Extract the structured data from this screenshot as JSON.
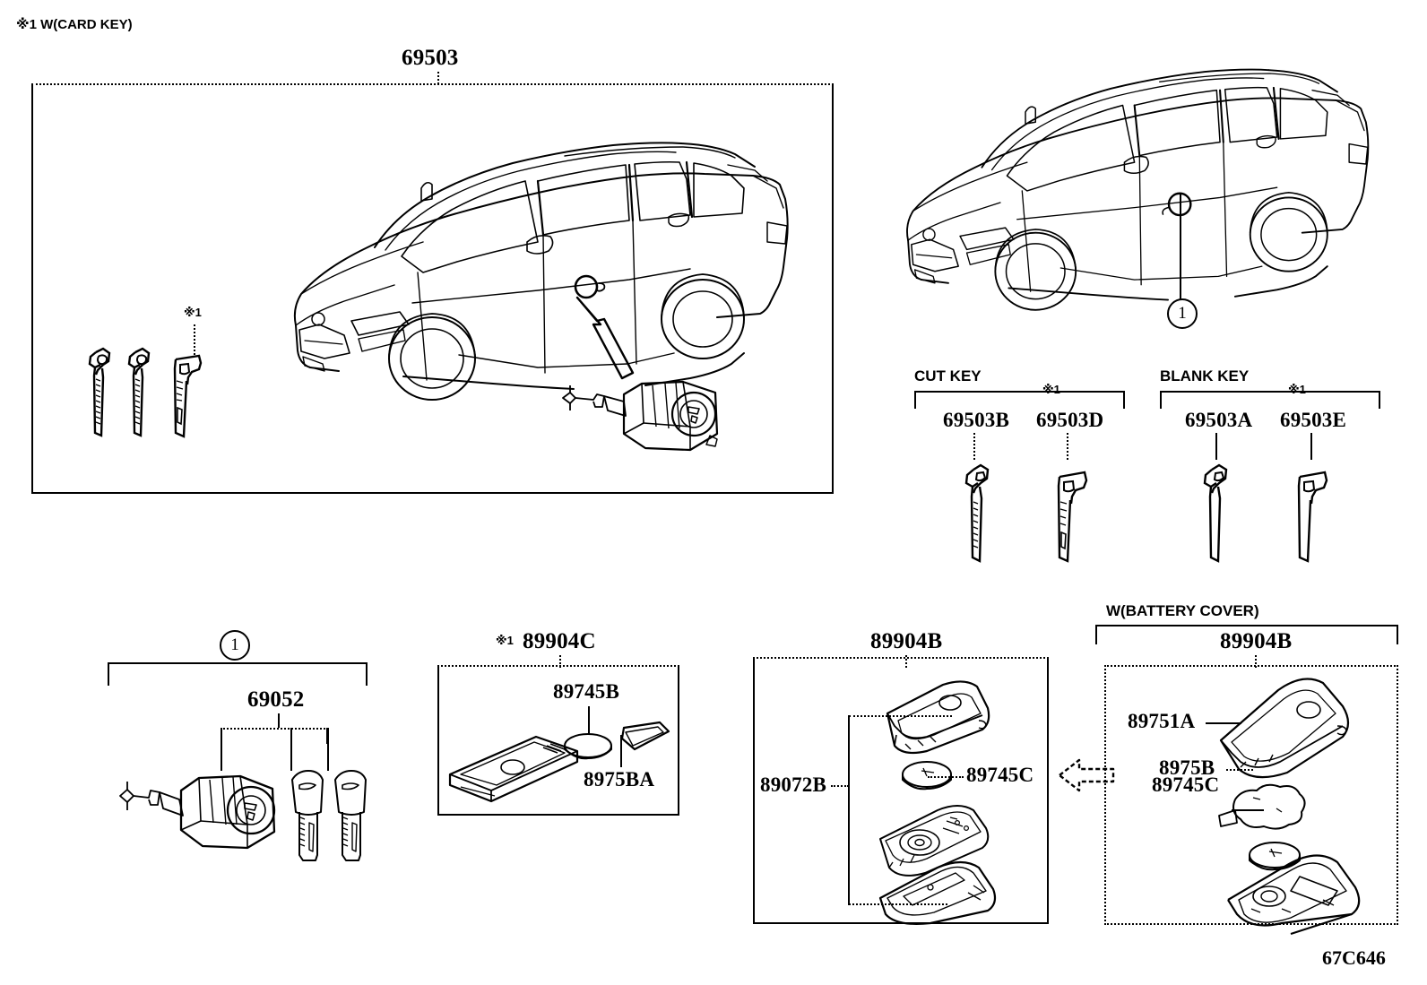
{
  "figure": {
    "id": "67C646",
    "top_note": "※1 W(CARD KEY)",
    "note_mark": "※1"
  },
  "main_box": {
    "part_number": "69503",
    "keys": [
      {
        "name": "key-folding-1",
        "note": ""
      },
      {
        "name": "key-folding-2",
        "note": ""
      },
      {
        "name": "key-blade-card",
        "note": "※1"
      }
    ]
  },
  "vehicle_right": {
    "callout": "1"
  },
  "key_groups": [
    {
      "title": "CUT KEY",
      "items": [
        {
          "part_number": "69503B",
          "note": "",
          "style": "folding"
        },
        {
          "part_number": "69503D",
          "note": "※1",
          "style": "blade"
        }
      ]
    },
    {
      "title": "BLANK KEY",
      "items": [
        {
          "part_number": "69503A",
          "note": "",
          "style": "folding"
        },
        {
          "part_number": "69503E",
          "note": "※1",
          "style": "blade"
        }
      ]
    }
  ],
  "cylinder_set": {
    "callout": "1",
    "part_number": "69052"
  },
  "card_key_box": {
    "note": "※1",
    "part_number": "89904C",
    "labels": [
      {
        "part_number": "89745B",
        "name": "battery"
      },
      {
        "part_number": "8975BA",
        "name": "cover"
      }
    ]
  },
  "fob_box": {
    "part_number": "89904B",
    "labels": [
      {
        "part_number": "89745C",
        "name": "battery"
      },
      {
        "part_number": "89072B",
        "name": "transmitter-assembly"
      }
    ]
  },
  "fob_cover_box": {
    "group_title": "W(BATTERY COVER)",
    "part_number": "89904B",
    "labels": [
      {
        "part_number": "89751A",
        "name": "battery-cover"
      },
      {
        "part_number": "8975B",
        "name": "seal"
      },
      {
        "part_number": "89745C",
        "name": "battery"
      }
    ]
  }
}
